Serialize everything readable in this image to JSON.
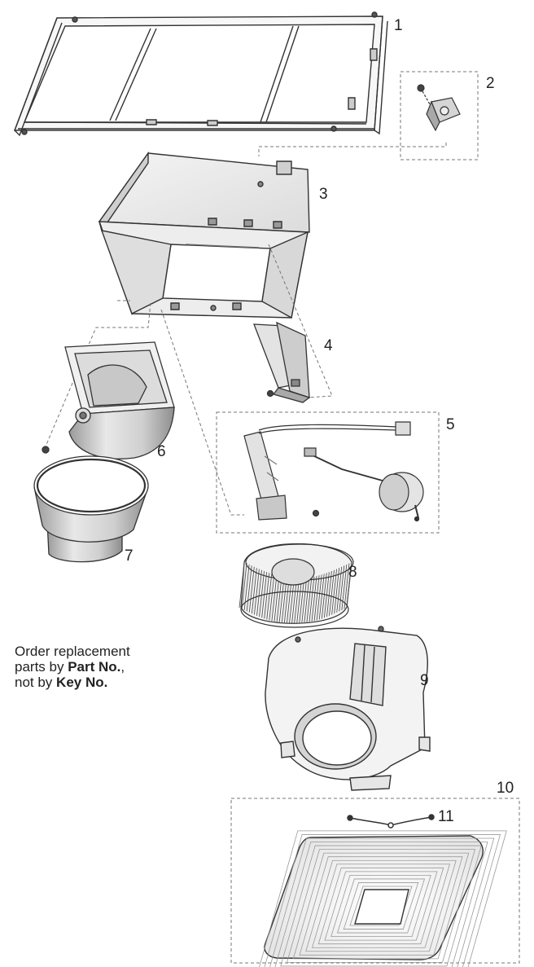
{
  "diagram": {
    "key_numbers": [
      "1",
      "2",
      "3",
      "4",
      "5",
      "6",
      "7",
      "8",
      "9",
      "10",
      "11"
    ],
    "note": {
      "line1": "Order replacement",
      "line2_prefix": "parts by ",
      "line2_bold": "Part No.",
      "line2_suffix": ",",
      "line3_prefix": "not by ",
      "line3_bold": "Key No."
    }
  },
  "colors": {
    "line": "#333333",
    "panel_light": "#eeeeee",
    "panel_mid": "#d9d9d9",
    "panel_dark": "#bdbdbd",
    "dashed": "#777777"
  },
  "icons": [
    "mounting-frame",
    "damper-bracket",
    "housing-box",
    "duct-bracket",
    "motor-wiring-assembly",
    "duct-adapter",
    "damper-ring",
    "blower-wheel",
    "blower-scroll",
    "grille",
    "grille-spring"
  ]
}
